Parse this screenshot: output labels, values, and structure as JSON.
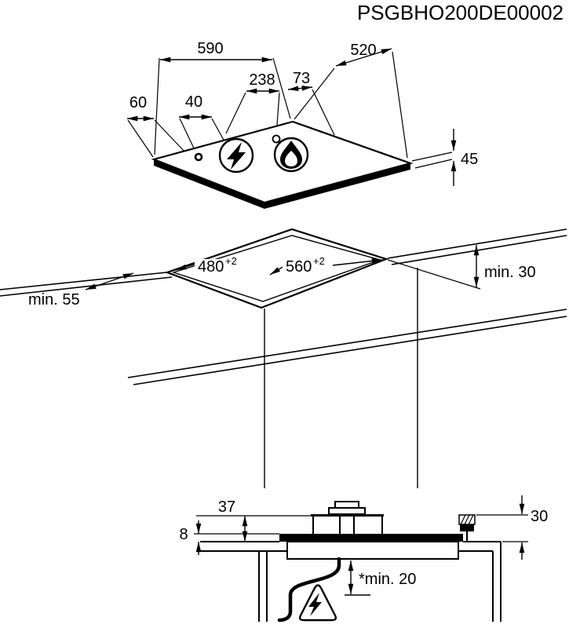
{
  "drawing_number": "PSGBHO200DE00002",
  "hob_view": {
    "width": "590",
    "depth": "520",
    "burner_center_dim": "238",
    "burner_edge_dim": "73",
    "left_offset_dim": "60",
    "control_spacing_dim": "40",
    "height_dim": "45"
  },
  "cutout_view": {
    "depth_dim": "480",
    "depth_tol": "+2",
    "width_dim": "560",
    "width_tol": "+2",
    "left_clearance": "min. 55",
    "rear_clearance": "min. 30"
  },
  "section_view": {
    "profile_height_dim": "8",
    "grate_height_dim": "37",
    "connector_height_dim": "30",
    "under_clearance": "*min. 20"
  },
  "icons": {
    "left_burner": "lightning-bolt",
    "right_burner": "gas-flame",
    "hazard": "electric-shock-warning-triangle"
  }
}
